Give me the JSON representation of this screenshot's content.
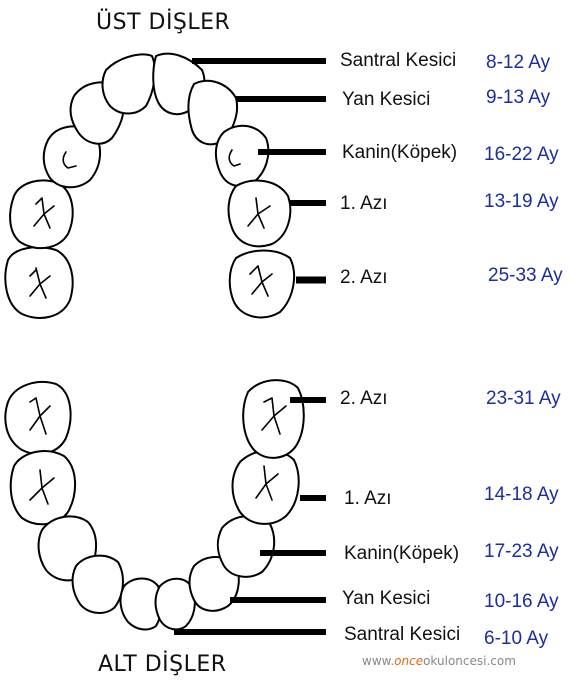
{
  "upper_title": "ÜST DİŞLER",
  "lower_title": "ALT DİŞLER",
  "upper": [
    {
      "label": "Santral Kesici",
      "age": "8-12 Ay"
    },
    {
      "label": "Yan Kesici",
      "age": "9-13 Ay"
    },
    {
      "label": "Kanin(Köpek)",
      "age": "16-22 Ay"
    },
    {
      "label": "1. Azı",
      "age": "13-19 Ay"
    },
    {
      "label": "2. Azı",
      "age": "25-33 Ay"
    }
  ],
  "lower": [
    {
      "label": "2. Azı",
      "age": "23-31 Ay"
    },
    {
      "label": "1. Azı",
      "age": "14-18 Ay"
    },
    {
      "label": "Kanin(Köpek)",
      "age": "17-23 Ay"
    },
    {
      "label": "Yan Kesici",
      "age": "10-16 Ay"
    },
    {
      "label": "Santral Kesici",
      "age": "6-10 Ay"
    }
  ],
  "watermark": {
    "prefix": "www.",
    "highlight": "once",
    "suffix": "okuloncesi.com"
  },
  "colors": {
    "age_text": "#1a2e9e",
    "outline": "#000000",
    "watermark_highlight": "#e06a1a"
  }
}
